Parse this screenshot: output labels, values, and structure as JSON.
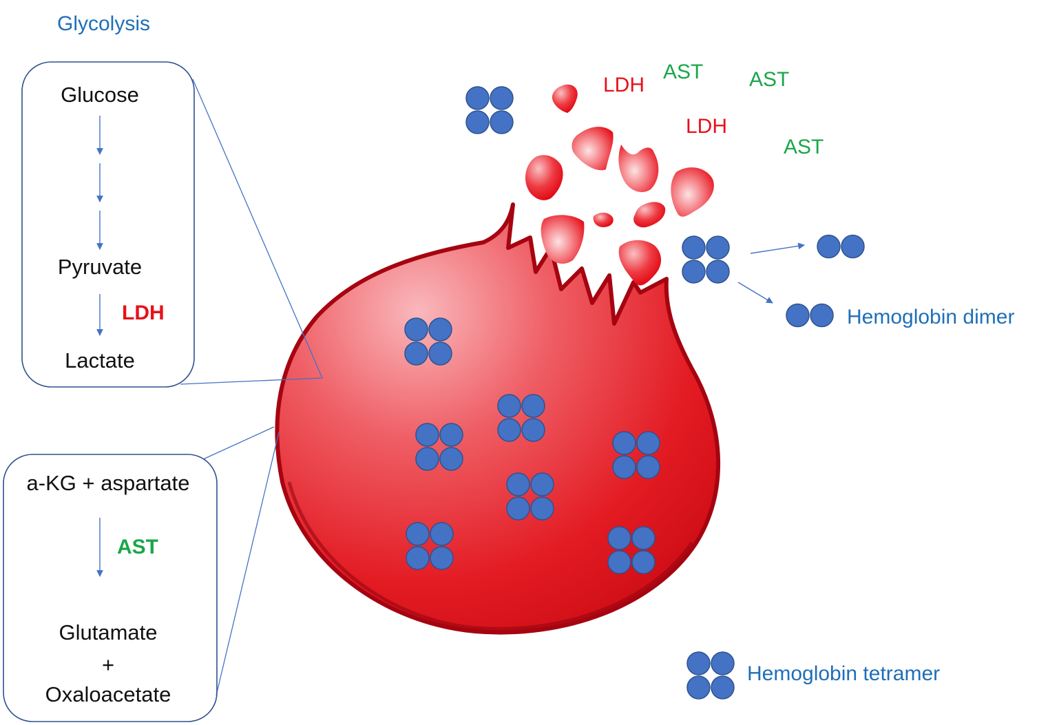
{
  "glycolysis_title": "Glycolysis",
  "glycolysis_box": {
    "start": "Glucose",
    "intermediate": "Pyruvate",
    "enzyme": "LDH",
    "end": "Lactate"
  },
  "transamination_box": {
    "substrates": "a-KG + aspartate",
    "enzyme": "AST",
    "product_1": "Glutamate",
    "plus": "+",
    "product_2": "Oxaloacetate"
  },
  "released_enzymes": {
    "ldh_1": "LDH",
    "ldh_2": "LDH",
    "ast_1": "AST",
    "ast_2": "AST",
    "ast_3": "AST"
  },
  "legend": {
    "dimer_label": "Hemoglobin dimer",
    "tetramer_label": "Hemoglobin tetramer"
  },
  "colors": {
    "hemoglobin": "#4472c4",
    "hemoglobin_outline": "#2f528f",
    "cell_red": "#e8101a",
    "cell_dark": "#b00510",
    "connector": "#4472c4",
    "box_border": "#2f4f8f",
    "label_blue": "#1f6fb7",
    "ldh_red": "#e8101a",
    "ast_green": "#1aa64a"
  },
  "icons": [
    "hemoglobin-tetramer-icon",
    "hemoglobin-dimer-icon",
    "membrane-fragment-icon",
    "red-blood-cell-icon"
  ]
}
